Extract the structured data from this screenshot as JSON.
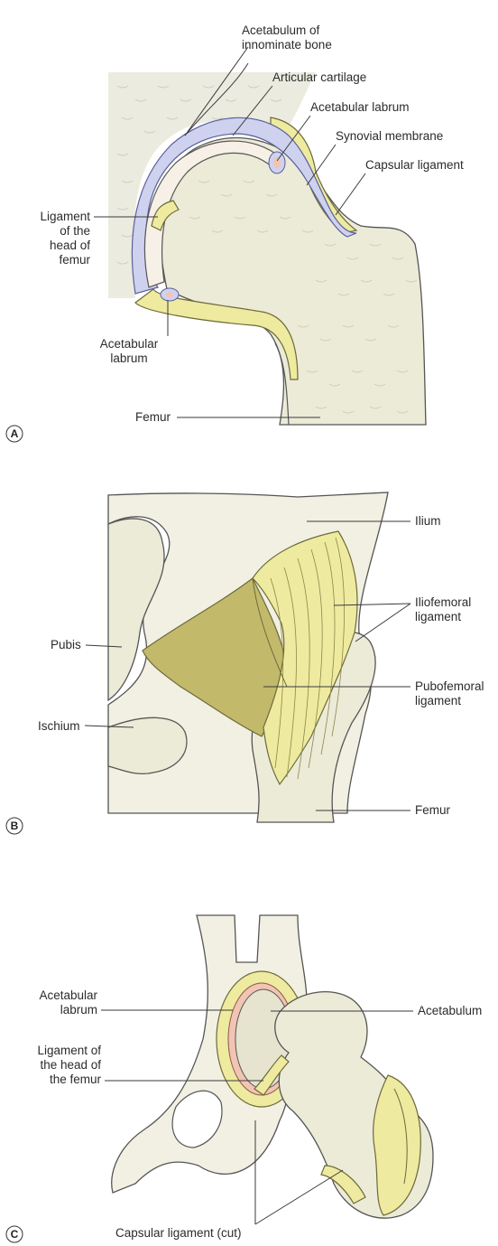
{
  "panels": [
    {
      "id": "A",
      "labels": {
        "acetabulum": "Acetabulum of\ninnominate bone",
        "articular_cartilage": "Articular cartilage",
        "acetabular_labrum_top": "Acetabular labrum",
        "synovial_membrane": "Synovial membrane",
        "capsular_ligament": "Capsular ligament",
        "ligament_head": "Ligament\nof the\nhead of\nfemur",
        "acetabular_labrum_bottom": "Acetabular\nlabrum",
        "femur": "Femur"
      }
    },
    {
      "id": "B",
      "labels": {
        "ilium": "Ilium",
        "iliofemoral": "Iliofemoral\nligament",
        "pubis": "Pubis",
        "pubofemoral": "Pubofemoral\nligament",
        "ischium": "Ischium",
        "femur": "Femur"
      }
    },
    {
      "id": "C",
      "labels": {
        "acetabular_labrum": "Acetabular\nlabrum",
        "acetabulum": "Acetabulum",
        "ligament_head": "Ligament of\nthe head of\nthe femur",
        "capsular_cut": "Capsular ligament (cut)"
      }
    }
  ],
  "colors": {
    "bone": "#f1f0e2",
    "ligament": "#eeeaa0",
    "ligament_dark": "#c2b96a",
    "synovial": "#cfd2ee",
    "cartilage": "#f6f0e6",
    "labrum": "#f2c4b4"
  }
}
